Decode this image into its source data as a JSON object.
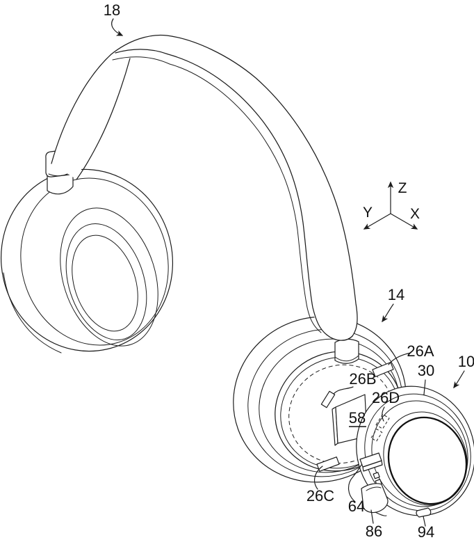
{
  "figure": {
    "background_color": "#ffffff",
    "line_color": "#1d1d1d"
  },
  "ref": {
    "n18": "18",
    "n14": "14",
    "n10": "10",
    "n30": "30",
    "n26A": "26A",
    "n26B": "26B",
    "n26C": "26C",
    "n26D": "26D",
    "n58": "58",
    "n64": "64",
    "n86": "86",
    "n94": "94"
  },
  "axes": {
    "z": "Z",
    "y": "Y",
    "x": "X"
  }
}
